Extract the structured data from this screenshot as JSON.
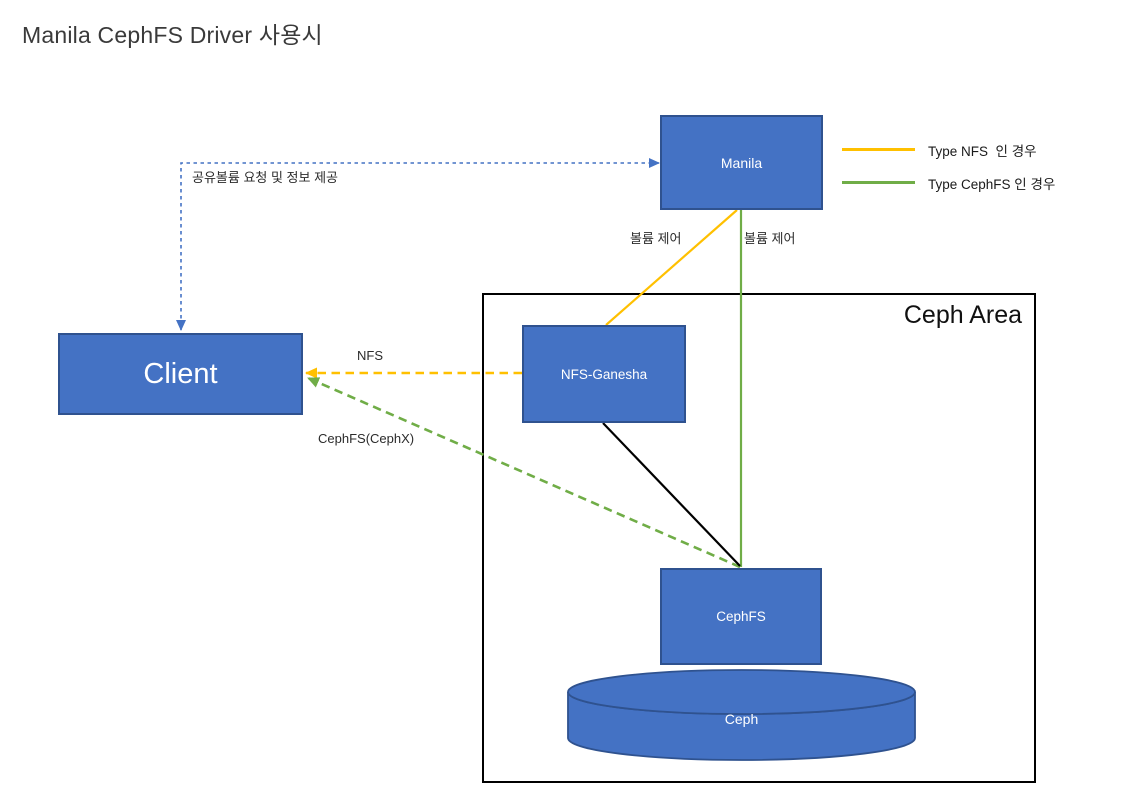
{
  "title": "Manila CephFS Driver 사용시",
  "legend": {
    "items": [
      {
        "label": "Type NFS  인 경우",
        "color": "#FFC000"
      },
      {
        "label": "Type CephFS 인 경우",
        "color": "#70AD47"
      }
    ]
  },
  "nodes": {
    "manila": {
      "label": "Manila"
    },
    "client": {
      "label": "Client"
    },
    "nfs_ganesha": {
      "label": "NFS-Ganesha"
    },
    "cephfs": {
      "label": "CephFS"
    },
    "ceph": {
      "label": "Ceph"
    },
    "ceph_area": {
      "label": "Ceph Area"
    }
  },
  "edges": {
    "share_request": {
      "label": "공유볼륨 요청 및 정보 제공",
      "from": "Client",
      "to": "Manila",
      "style": "dashed",
      "color": "#4472C4"
    },
    "volume_control_nfs": {
      "label": "볼륨 제어",
      "from": "Manila",
      "to": "NFS-Ganesha",
      "style": "solid",
      "color": "#FFC000"
    },
    "volume_control_cephfs": {
      "label": "볼륨 제어",
      "from": "Manila",
      "to": "CephFS",
      "style": "solid",
      "color": "#70AD47"
    },
    "nfs_mount": {
      "label": "NFS",
      "from": "NFS-Ganesha",
      "to": "Client",
      "style": "dashed",
      "color": "#FFC000"
    },
    "cephx_mount": {
      "label": "CephFS(CephX)",
      "from": "CephFS",
      "to": "Client",
      "style": "dashed",
      "color": "#70AD47"
    },
    "ganesha_backend": {
      "label": "",
      "from": "NFS-Ganesha",
      "to": "CephFS",
      "style": "solid",
      "color": "#000000"
    }
  },
  "colors": {
    "node_fill": "#4472C4",
    "node_border": "#2F528F",
    "nfs_accent": "#FFC000",
    "cephfs_accent": "#70AD47",
    "request_accent": "#4472C4",
    "area_border": "#000000"
  }
}
